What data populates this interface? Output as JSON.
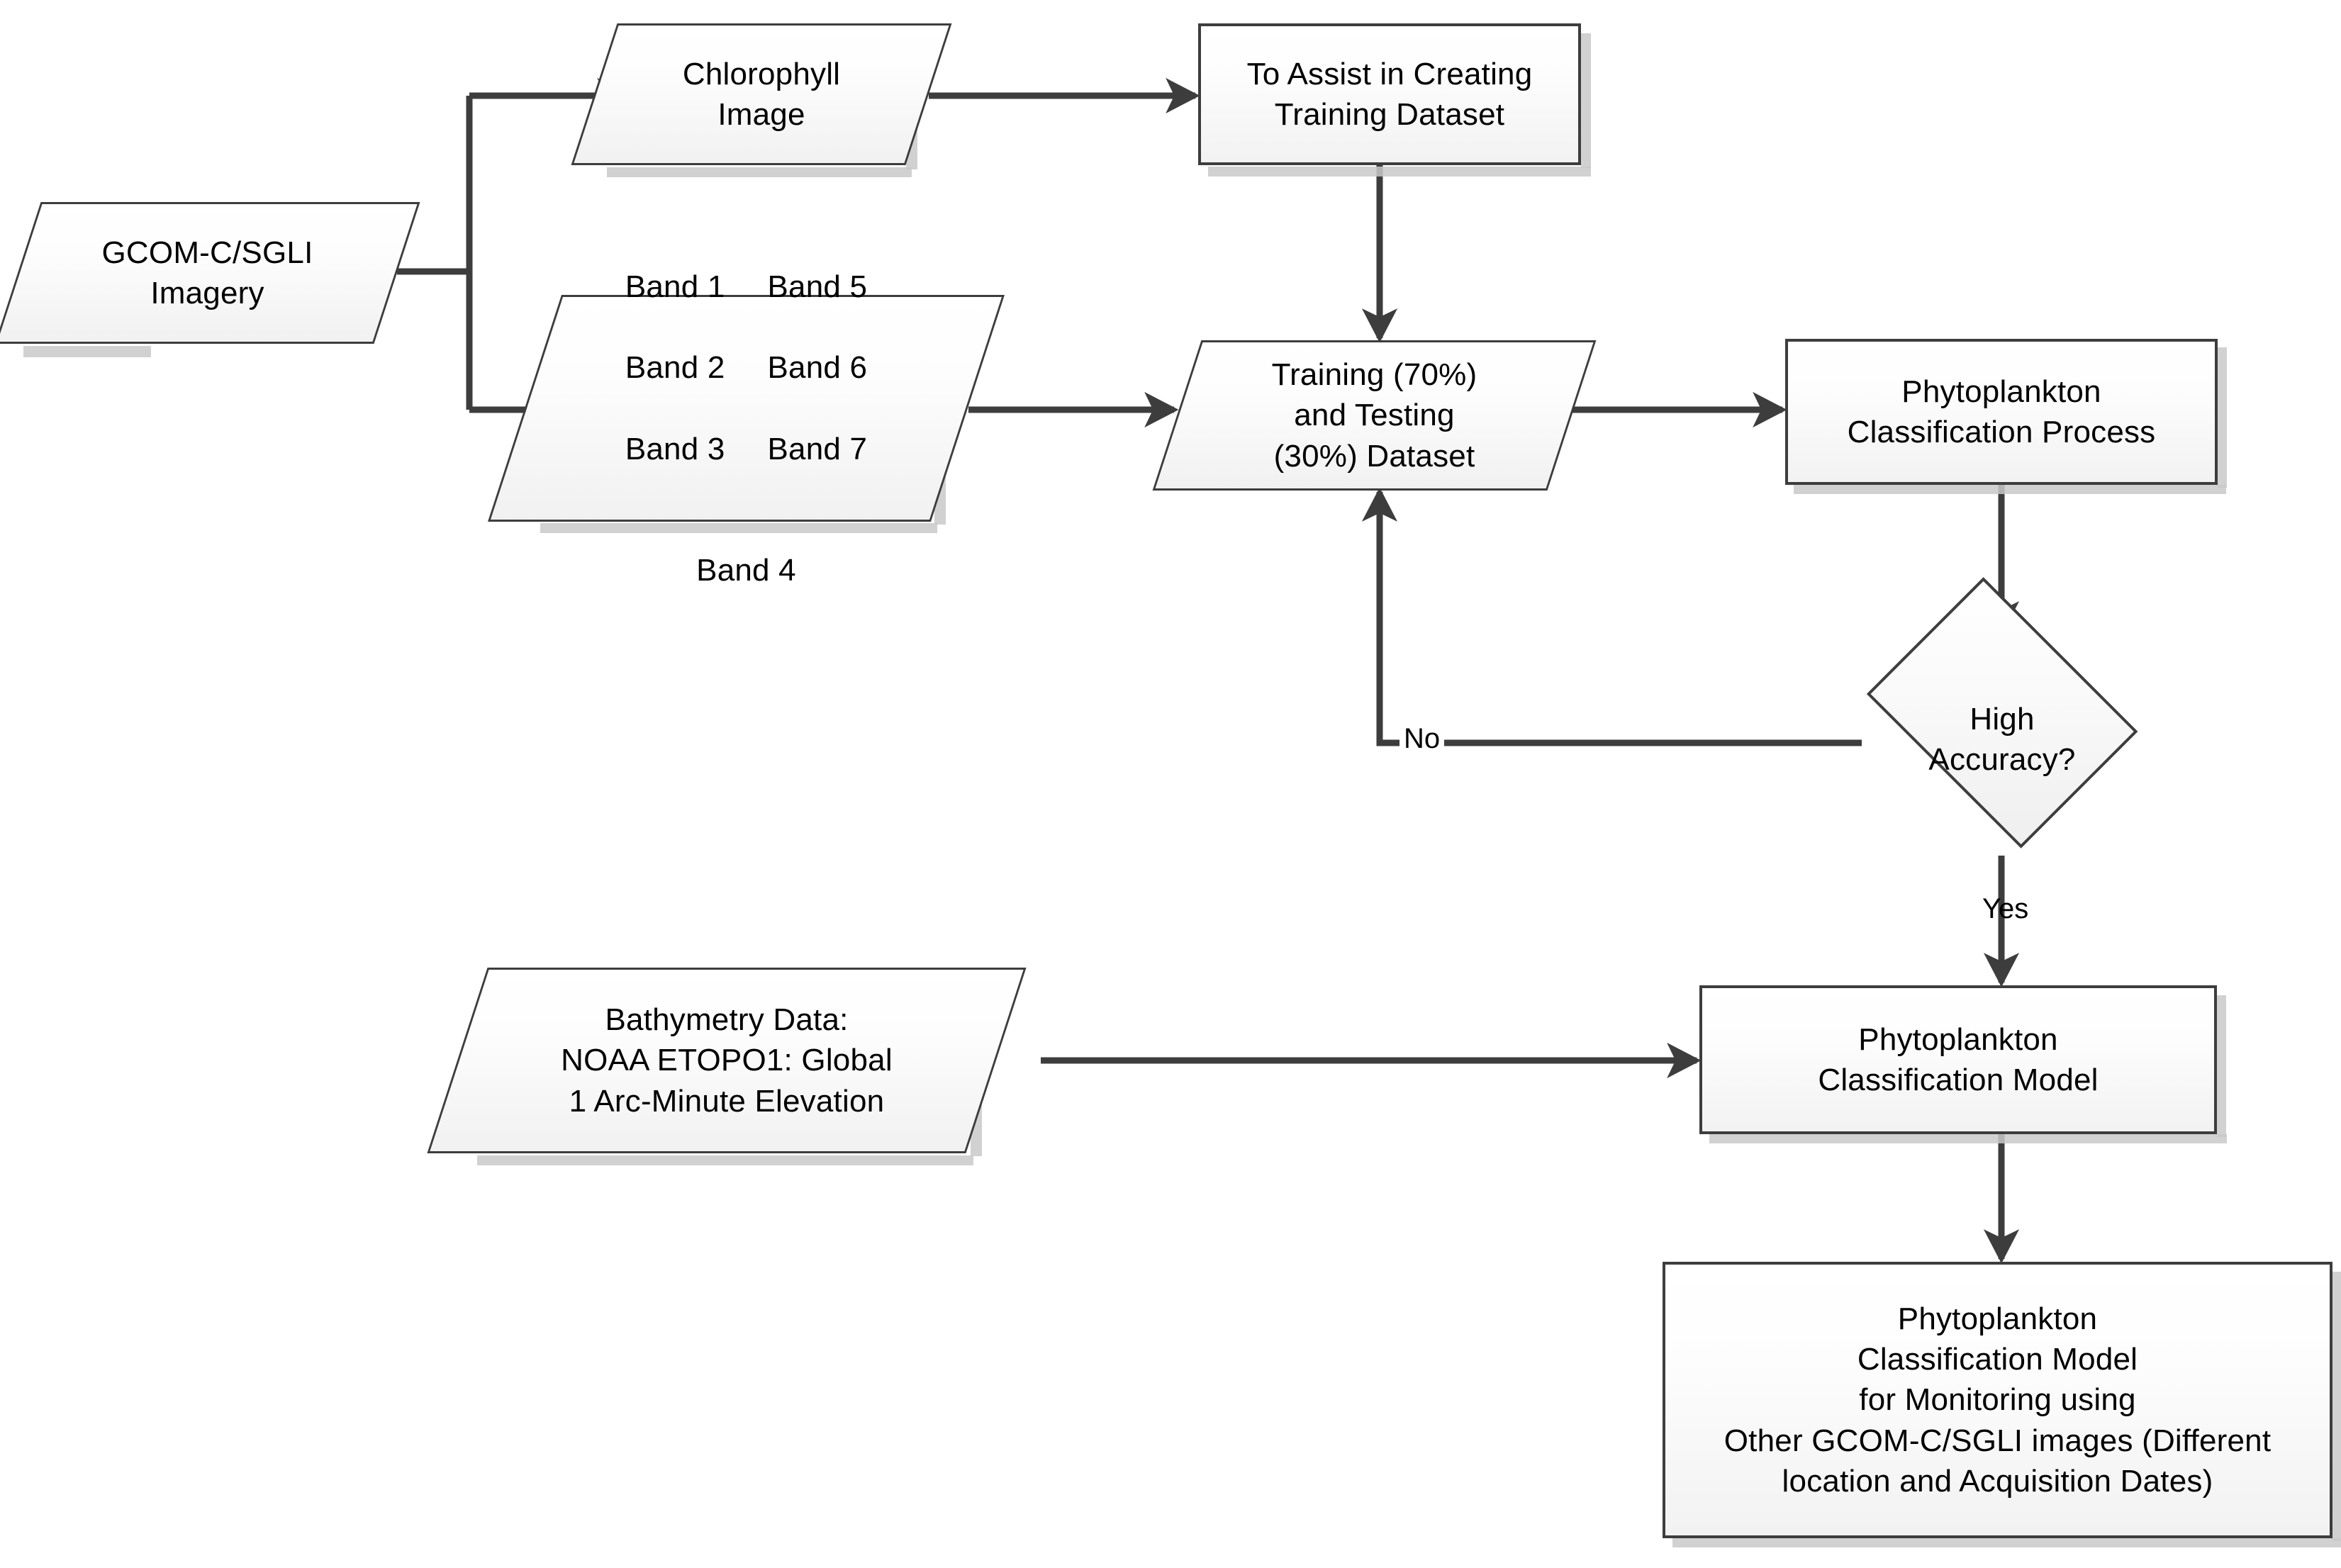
{
  "diagram": {
    "title": "Phytoplankton classification workflow flowchart",
    "line_color": "#3d3d3d",
    "fill_top": "#ffffff",
    "fill_bottom": "#f1f1f1",
    "text_color": "#000000",
    "shadow_color": "#c9c9c9"
  },
  "nodes": {
    "source_imagery": {
      "label": "GCOM-C/SGLI\nImagery",
      "shape": "parallelogram"
    },
    "chlorophyll_image": {
      "label": "Chlorophyll\nImage",
      "shape": "parallelogram"
    },
    "assist_training": {
      "label": "To Assist in Creating\nTraining Dataset",
      "shape": "rectangle"
    },
    "bands": {
      "shape": "parallelogram",
      "col_left": [
        "Band 1",
        "Band 2",
        "Band 3"
      ],
      "col_right": [
        "Band 5",
        "Band 6",
        "Band 7"
      ],
      "last": "Band 4"
    },
    "train_test_dataset": {
      "label": "Training (70%)\nand Testing\n(30%) Dataset",
      "shape": "parallelogram"
    },
    "classification_process": {
      "label": "Phytoplankton\nClassification Process",
      "shape": "rectangle"
    },
    "high_accuracy": {
      "label": "High\nAccuracy?",
      "shape": "diamond"
    },
    "bathymetry": {
      "label": "Bathymetry Data:\nNOAA ETOPO1: Global\n1 Arc-Minute Elevation",
      "shape": "parallelogram"
    },
    "classification_model": {
      "label": "Phytoplankton\nClassification Model",
      "shape": "rectangle"
    },
    "monitoring_model": {
      "label": "Phytoplankton\nClassification Model\nfor Monitoring using\nOther GCOM-C/SGLI images (Different\nlocation and Acquisition Dates)",
      "shape": "rectangle"
    }
  },
  "edges": {
    "no_label": "No",
    "yes_label": "Yes"
  }
}
